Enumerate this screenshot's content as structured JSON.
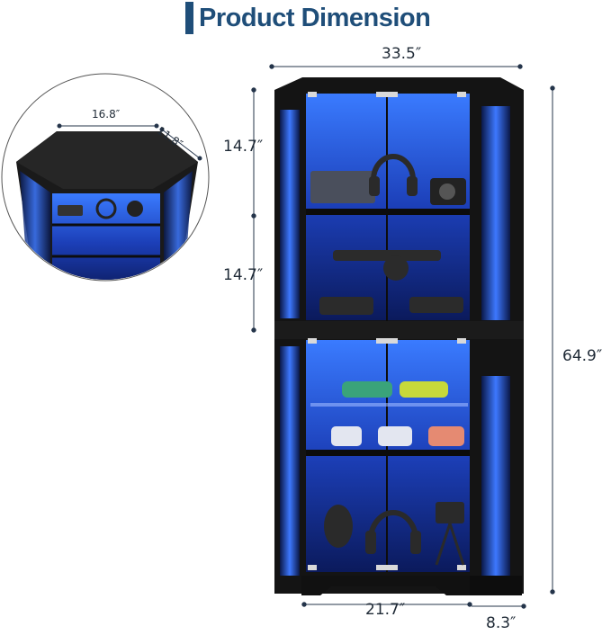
{
  "title": "Product Dimension",
  "dimensions": {
    "total_width": "33.5″",
    "top_section_height": "14.7″",
    "middle_section_height": "14.7″",
    "total_height": "64.9″",
    "front_width": "21.7″",
    "side_depth": "8.3″",
    "top_front_edge": "16.8″",
    "top_side_edge": "11.8″"
  },
  "colors": {
    "title": "#1f4e79",
    "cabinet": "#141414",
    "led": "#2f6dff",
    "dimension_line": "#24344a"
  }
}
